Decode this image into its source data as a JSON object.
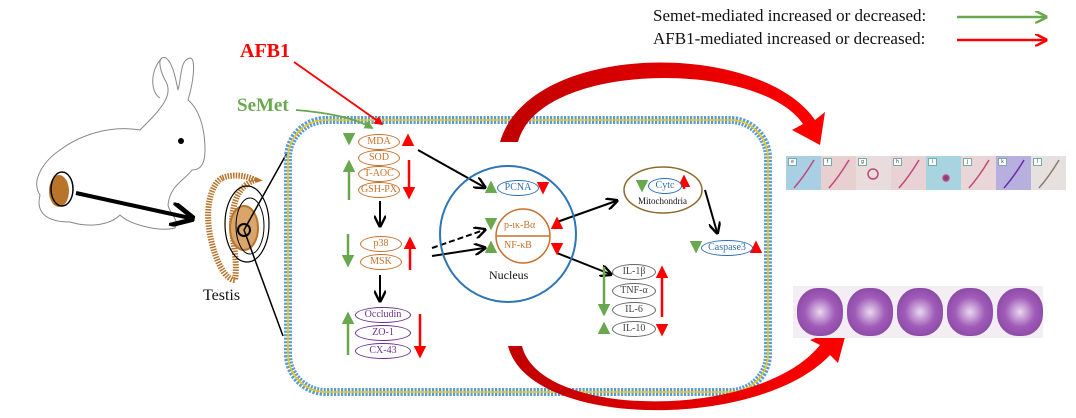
{
  "legend": {
    "semet_text": "Semet-mediated increased or decreased:",
    "afb1_text": "AFB1-mediated increased or decreased:",
    "semet_color": "#6aa84f",
    "afb1_color": "#ff0000"
  },
  "agents": {
    "afb1": "AFB1",
    "semet": "SeMet"
  },
  "organ": {
    "testis_label": "Testis"
  },
  "oxidative_group": {
    "items": [
      "MDA",
      "SOD",
      "T-AOC",
      "GSH-PX"
    ]
  },
  "mapk_group": {
    "items": [
      "p38",
      "MSK"
    ]
  },
  "junction_group": {
    "items": [
      "Occludin",
      "ZO-1",
      "CX-43"
    ]
  },
  "nucleus": {
    "label": "Nucleus",
    "pcna": "PCNA",
    "ikb": "p-ικ-Bα",
    "nfkb": "NF-κB"
  },
  "mitochondria": {
    "label": "Mitochondria",
    "cytc": "Cytc",
    "caspase": "Caspase3"
  },
  "cytokines": {
    "items": [
      "IL-1β",
      "TNF-α",
      "IL-6",
      "IL-10"
    ]
  },
  "sperm_panels": {
    "tags": [
      "e",
      "f",
      "g",
      "h",
      "i",
      "j",
      "k",
      "l"
    ],
    "colors": [
      "#a9cfe4",
      "#e8cfd0",
      "#e9dcdc",
      "#e8d2d3",
      "#a8d3e0",
      "#ead6d8",
      "#b7b0df",
      "#e6e1de"
    ]
  },
  "histology_panels": {
    "count": 5,
    "color": "#a05cb8"
  },
  "colors": {
    "green": "#6aa84f",
    "red": "#ff0000",
    "membrane_blue": "#5b9bd5",
    "membrane_yellow": "#f2c811",
    "testis_brown": "#b8742a",
    "nucleus_blue": "#2e75b6",
    "mito_brown": "#8b6a2b"
  }
}
